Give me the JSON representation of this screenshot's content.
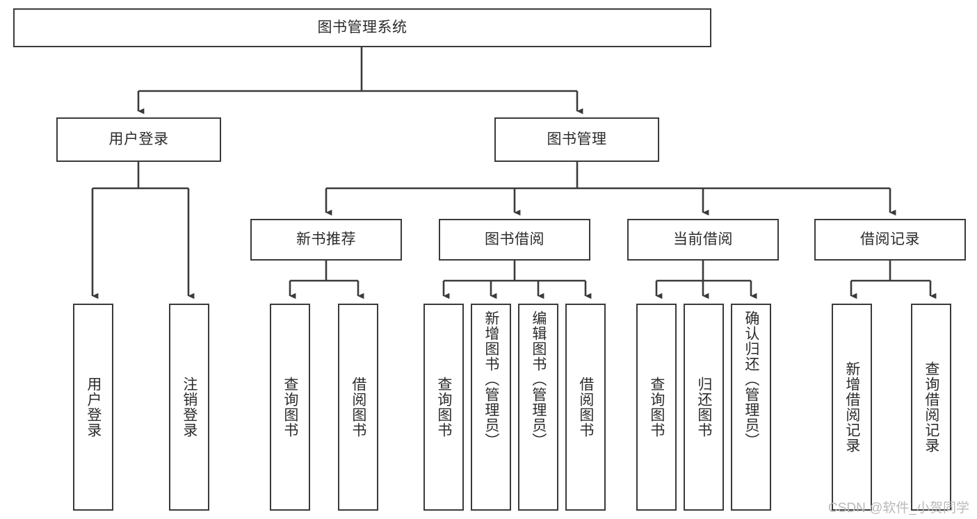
{
  "diagram": {
    "type": "tree-hierarchy-chart",
    "title": "图书管理系统",
    "stroke_color": "#3a3a3a",
    "background_color": "#ffffff",
    "text_color": "#2b2b2b",
    "watermark": "CSDN @软件_小贺同学",
    "watermark_color": "#b9b9b9",
    "levels": [
      {
        "level": 1,
        "node_count": 1
      },
      {
        "level": 2,
        "node_count": 2
      },
      {
        "level": 3,
        "node_count": 4
      },
      {
        "level": 4,
        "node_count": 13
      }
    ],
    "nodes": {
      "root": {
        "label": "图书管理系统",
        "orientation": "horizontal",
        "level": 1
      },
      "user_login": {
        "label": "用户登录",
        "orientation": "horizontal",
        "level": 2
      },
      "book_manage": {
        "label": "图书管理",
        "orientation": "horizontal",
        "level": 2
      },
      "new_book_rec": {
        "label": "新书推荐",
        "orientation": "horizontal",
        "level": 3
      },
      "book_borrow": {
        "label": "图书借阅",
        "orientation": "horizontal",
        "level": 3
      },
      "current_borrow": {
        "label": "当前借阅",
        "orientation": "horizontal",
        "level": 3
      },
      "borrow_record": {
        "label": "借阅记录",
        "orientation": "horizontal",
        "level": 3
      },
      "leaf_user_login": {
        "label": "用户登录",
        "orientation": "vertical",
        "level": 4,
        "parent": "user_login"
      },
      "leaf_logout": {
        "label": "注销登录",
        "orientation": "vertical",
        "level": 4,
        "parent": "user_login"
      },
      "leaf_query_book_1": {
        "label": "查询图书",
        "orientation": "vertical",
        "level": 4,
        "parent": "new_book_rec"
      },
      "leaf_borrow_book_1": {
        "label": "借阅图书",
        "orientation": "vertical",
        "level": 4,
        "parent": "new_book_rec"
      },
      "leaf_query_book_2": {
        "label": "查询图书",
        "orientation": "vertical",
        "level": 4,
        "parent": "book_borrow"
      },
      "leaf_add_book": {
        "label": "新增图书（管理员）",
        "orientation": "vertical",
        "level": 4,
        "parent": "book_borrow"
      },
      "leaf_edit_book": {
        "label": "编辑图书（管理员）",
        "orientation": "vertical",
        "level": 4,
        "parent": "book_borrow"
      },
      "leaf_borrow_book_2": {
        "label": "借阅图书",
        "orientation": "vertical",
        "level": 4,
        "parent": "book_borrow"
      },
      "leaf_query_book_3": {
        "label": "查询图书",
        "orientation": "vertical",
        "level": 4,
        "parent": "current_borrow"
      },
      "leaf_return_book": {
        "label": "归还图书",
        "orientation": "vertical",
        "level": 4,
        "parent": "current_borrow"
      },
      "leaf_confirm_return": {
        "label": "确认归还（管理员）",
        "orientation": "vertical",
        "level": 4,
        "parent": "current_borrow"
      },
      "leaf_add_record": {
        "label": "新增借阅记录",
        "orientation": "vertical",
        "level": 4,
        "parent": "borrow_record"
      },
      "leaf_query_record": {
        "label": "查询借阅记录",
        "orientation": "vertical",
        "level": 4,
        "parent": "borrow_record"
      }
    }
  }
}
